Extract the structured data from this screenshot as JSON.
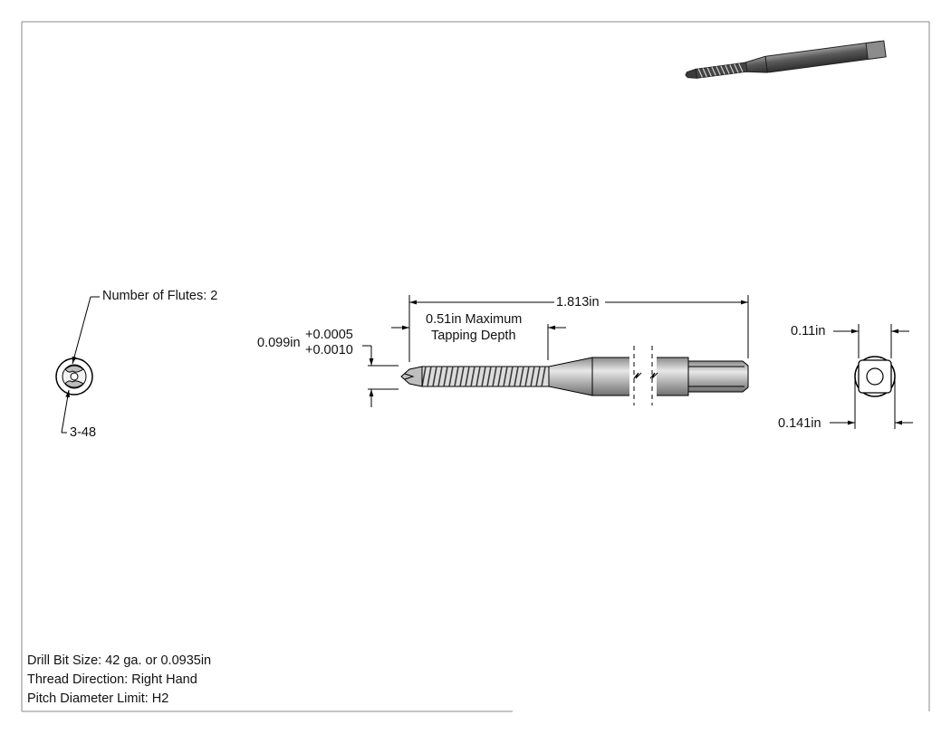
{
  "labels": {
    "flutes": "Number of Flutes: 2",
    "thread_size": "3-48",
    "overall_length": "1.813in",
    "tapping_depth_line1": "0.51in Maximum",
    "tapping_depth_line2": "Tapping Depth",
    "diameter": "0.099in",
    "tol_plus": "+0.0005",
    "tol_second": "+0.0010",
    "square_width": "0.11in",
    "shank_diameter": "0.141in"
  },
  "notes": [
    "Drill Bit Size: 42 ga. or 0.0935in",
    "Thread Direction: Right Hand",
    "Pitch Diameter Limit: H2"
  ],
  "colors": {
    "line": "#000000",
    "border": "#8a8a8a",
    "metal_dark": "#555555",
    "metal_mid": "#8d8d8d",
    "metal_light": "#d2d2d2"
  }
}
